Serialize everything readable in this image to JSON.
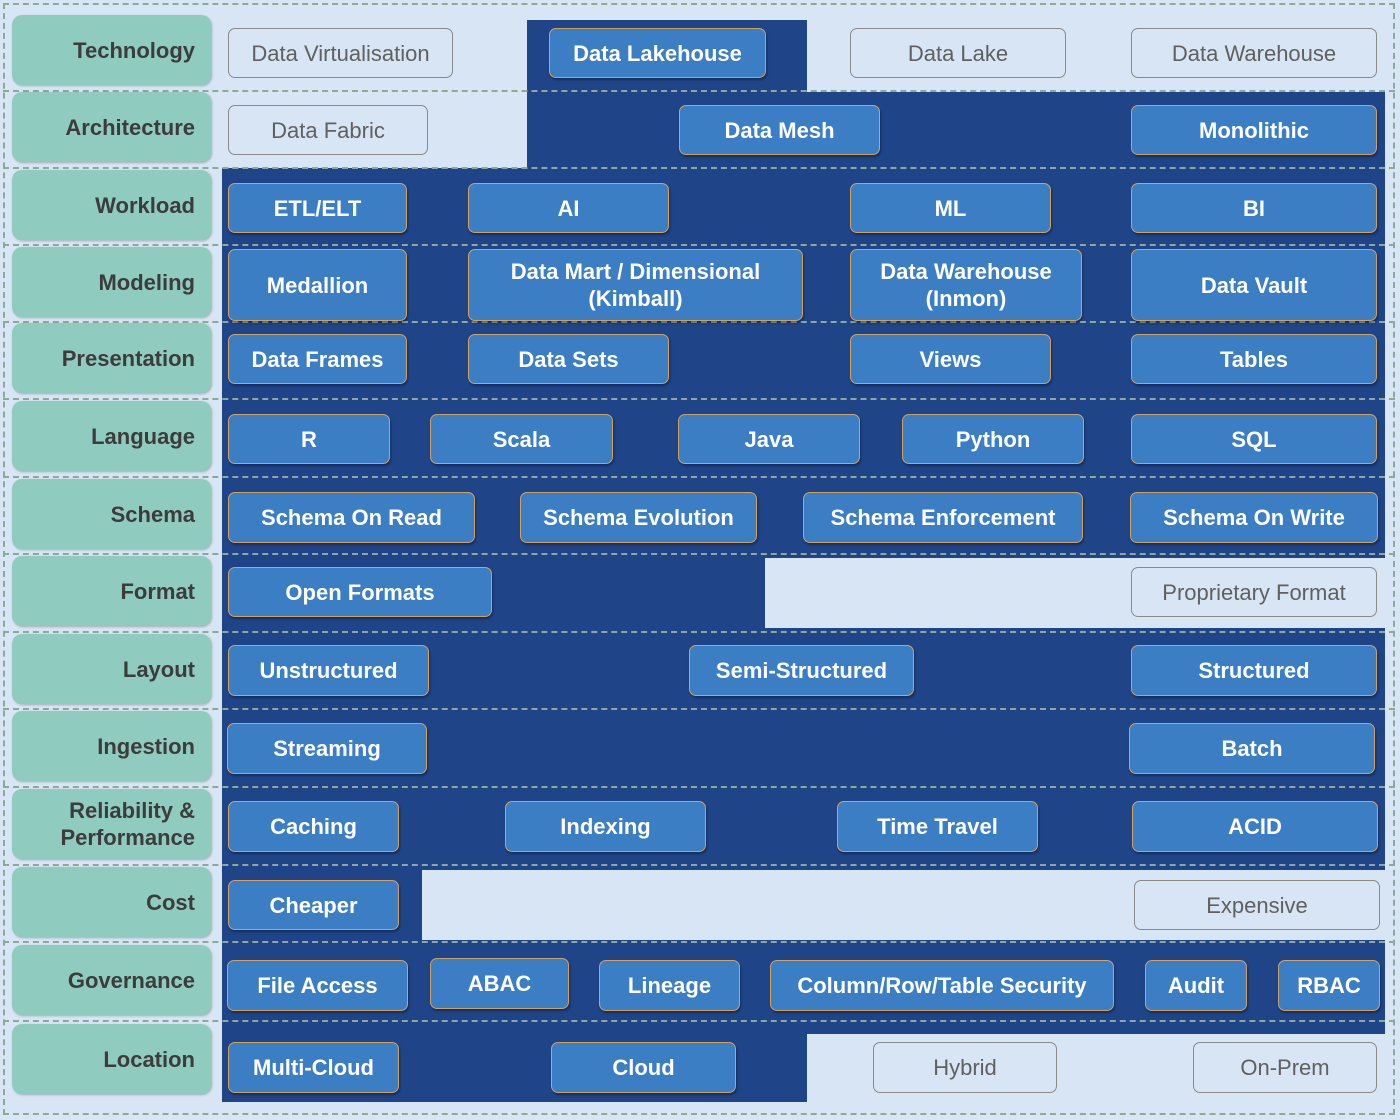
{
  "colors": {
    "navy_region": "#1f4488",
    "light_region": "#d7e5f4",
    "category_fill": "#8fcbbf",
    "selected_pill": "#3b7ec3",
    "unselected_border": "#8a8a8a"
  },
  "rows": [
    {
      "category": "Technology",
      "options": [
        {
          "label": "Data Virtualisation",
          "selected": false
        },
        {
          "label": "Data Lakehouse",
          "selected": true
        },
        {
          "label": "Data Lake",
          "selected": false
        },
        {
          "label": "Data Warehouse",
          "selected": false
        }
      ]
    },
    {
      "category": "Architecture",
      "options": [
        {
          "label": "Data Fabric",
          "selected": false
        },
        {
          "label": "Data Mesh",
          "selected": true
        },
        {
          "label": "Monolithic",
          "selected": true
        }
      ]
    },
    {
      "category": "Workload",
      "options": [
        {
          "label": "ETL/ELT",
          "selected": true
        },
        {
          "label": "AI",
          "selected": true
        },
        {
          "label": "ML",
          "selected": true
        },
        {
          "label": "BI",
          "selected": true
        }
      ]
    },
    {
      "category": "Modeling",
      "options": [
        {
          "label": "Medallion",
          "selected": true
        },
        {
          "label": "Data Mart / Dimensional\n(Kimball)",
          "selected": true
        },
        {
          "label": "Data Warehouse\n(Inmon)",
          "selected": true
        },
        {
          "label": "Data Vault",
          "selected": true
        }
      ]
    },
    {
      "category": "Presentation",
      "options": [
        {
          "label": "Data Frames",
          "selected": true
        },
        {
          "label": "Data Sets",
          "selected": true
        },
        {
          "label": "Views",
          "selected": true
        },
        {
          "label": "Tables",
          "selected": true
        }
      ]
    },
    {
      "category": "Language",
      "options": [
        {
          "label": "R",
          "selected": true
        },
        {
          "label": "Scala",
          "selected": true
        },
        {
          "label": "Java",
          "selected": true
        },
        {
          "label": "Python",
          "selected": true
        },
        {
          "label": "SQL",
          "selected": true
        }
      ]
    },
    {
      "category": "Schema",
      "options": [
        {
          "label": "Schema On Read",
          "selected": true
        },
        {
          "label": "Schema Evolution",
          "selected": true
        },
        {
          "label": "Schema Enforcement",
          "selected": true
        },
        {
          "label": "Schema On Write",
          "selected": true
        }
      ]
    },
    {
      "category": "Format",
      "options": [
        {
          "label": "Open Formats",
          "selected": true
        },
        {
          "label": "Proprietary Format",
          "selected": false
        }
      ]
    },
    {
      "category": "Layout",
      "options": [
        {
          "label": "Unstructured",
          "selected": true
        },
        {
          "label": "Semi-Structured",
          "selected": true
        },
        {
          "label": "Structured",
          "selected": true
        }
      ]
    },
    {
      "category": "Ingestion",
      "options": [
        {
          "label": "Streaming",
          "selected": true
        },
        {
          "label": "Batch",
          "selected": true
        }
      ]
    },
    {
      "category": "Reliability &\nPerformance",
      "options": [
        {
          "label": "Caching",
          "selected": true
        },
        {
          "label": "Indexing",
          "selected": true
        },
        {
          "label": "Time Travel",
          "selected": true
        },
        {
          "label": "ACID",
          "selected": true
        }
      ]
    },
    {
      "category": "Cost",
      "options": [
        {
          "label": "Cheaper",
          "selected": true
        },
        {
          "label": "Expensive",
          "selected": false
        }
      ]
    },
    {
      "category": "Governance",
      "options": [
        {
          "label": "File Access",
          "selected": true
        },
        {
          "label": "ABAC",
          "selected": true
        },
        {
          "label": "Lineage",
          "selected": true
        },
        {
          "label": "Column/Row/Table Security",
          "selected": true
        },
        {
          "label": "Audit",
          "selected": true
        },
        {
          "label": "RBAC",
          "selected": true
        }
      ]
    },
    {
      "category": "Location",
      "options": [
        {
          "label": "Multi-Cloud",
          "selected": true
        },
        {
          "label": "Cloud",
          "selected": true
        },
        {
          "label": "Hybrid",
          "selected": false
        },
        {
          "label": "On-Prem",
          "selected": false
        }
      ]
    }
  ]
}
